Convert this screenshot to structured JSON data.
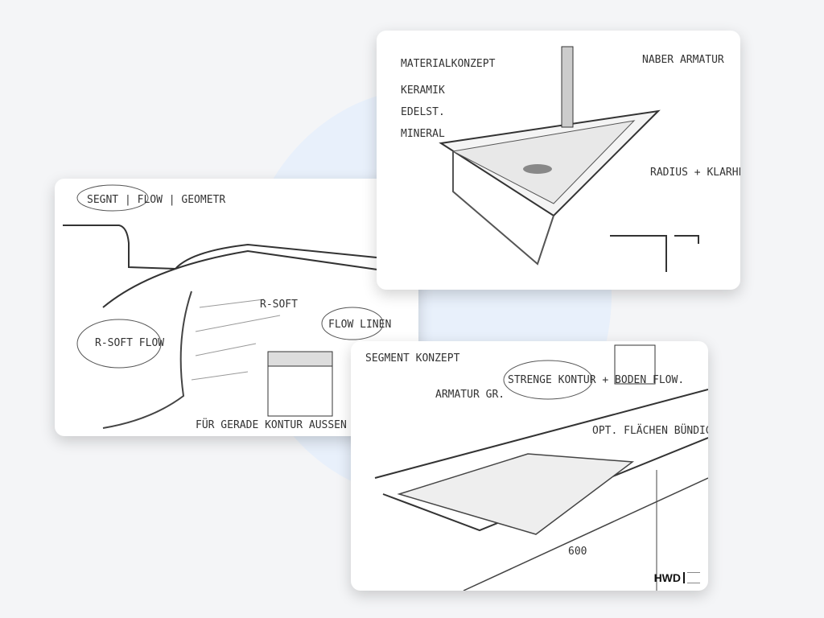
{
  "cards": [
    {
      "name": "sketch-segment-flow-geometry",
      "labels": [
        "SEGNT | FLOW | GEOMETR",
        "R-SOFT FLOW",
        "R-SOFT",
        "FLOW LINEN",
        "FÜR GERADE KONTUR AUSSEN"
      ]
    },
    {
      "name": "sketch-material-concept",
      "labels": [
        "MATERIALKONZEPT",
        "KERAMIK",
        "EDELST.",
        "MINERAL",
        "NABER ARMATUR",
        "RADIUS + KLARHEIT KANTE"
      ]
    },
    {
      "name": "sketch-segment-concept",
      "labels": [
        "SEGMENT KONZEPT",
        "ARMATUR GR.",
        "STRENGE KONTUR + BODEN FLOW.",
        "OPT. FLÄCHEN BÜNDIG",
        "600"
      ]
    }
  ],
  "logo": {
    "text": "HWD"
  }
}
